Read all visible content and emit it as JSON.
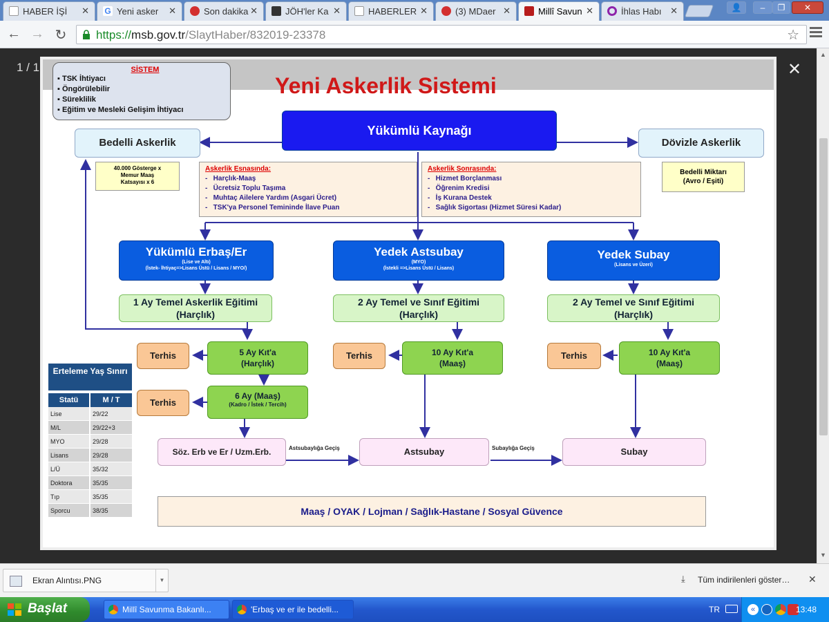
{
  "browser": {
    "tabs": [
      {
        "label": "HABER İŞİ",
        "color": "#ffffff"
      },
      {
        "label": "Yeni asker",
        "color": "#4285f4"
      },
      {
        "label": "Son dakika",
        "color": "#d32f2f"
      },
      {
        "label": "JÖH'ler Ka",
        "color": "#333333"
      },
      {
        "label": "HABERLER",
        "color": "#ffffff"
      },
      {
        "label": "(3) MDaer",
        "color": "#d32f2f"
      },
      {
        "label": "Millî Savun",
        "color": "#b71c1c"
      },
      {
        "label": "İhlas Habı",
        "color": "#8e24aa"
      }
    ],
    "window_buttons": {
      "user": "👤",
      "minimize": "‒",
      "maximize": "❐",
      "close": "✕"
    },
    "url_scheme": "https://",
    "url_host": "msb.gov.tr",
    "url_path": "/SlaytHaber/832019-23378",
    "counter": "1 / 1",
    "close_overlay": "✕"
  },
  "slide": {
    "title": "Yeni Askerlik Sistemi",
    "sistem_box": {
      "title": "SİSTEM",
      "items": [
        "TSK İhtiyacı",
        "Öngörülebilir",
        "Süreklilik",
        "Eğitim ve Mesleki Gelişim İhtiyacı"
      ]
    },
    "yukumlu_kaynagi": "Yükümlü Kaynağı",
    "bedelli": "Bedelli Askerlik",
    "bedelli_note": [
      "40.000 Gösterge x",
      "Memur Maaş",
      "Katsayısı x 6"
    ],
    "dovizle": "Dövizle Askerlik",
    "dovizle_note": [
      "Bedelli  Miktarı",
      "(Avro / Eşiti)"
    ],
    "esnasinda": {
      "title": "Askerlik Esnasında:",
      "items": [
        "Harçlık-Maaş",
        "Ücretsiz Toplu Taşıma",
        "Muhtaç Ailelere Yardım (Asgari Ücret)",
        "TSK'ya Personel Temininde İlave Puan"
      ]
    },
    "sonrasinda": {
      "title": "Askerlik Sonrasında:",
      "items": [
        "Hizmet Borçlanması",
        "Öğrenim Kredisi",
        "İş Kurana Destek",
        "Sağlık Sigortası (Hizmet Süresi Kadar)"
      ]
    },
    "col1": {
      "title": "Yükümlü Erbaş/Er",
      "sub1": "(Lise ve Altı)",
      "sub2": "(İstek- İhtiyaç=>Lisans Üstü / Lisans / MYO/)",
      "training": "1 Ay Temel Askerlik Eğitimi",
      "training2": "(Harçlık)",
      "terhis1": "Terhis",
      "kita": "5 Ay Kıt'a",
      "kita2": "(Harçlık)",
      "terhis2": "Terhis",
      "kadro": "6 Ay (Maaş)",
      "kadro2": "(Kadro / İstek / Tercih)",
      "end": "Söz. Erb ve Er / Uzm.Erb."
    },
    "col2": {
      "title": "Yedek Astsubay",
      "sub1": "(MYO)",
      "sub2": "(İstekli =>Lisans  Üstü / Lisans)",
      "training": "2 Ay Temel ve Sınıf Eğitimi",
      "training2": "(Harçlık)",
      "terhis": "Terhis",
      "kita": "10 Ay Kıt'a",
      "kita2": "(Maaş)",
      "end": "Astsubay"
    },
    "col3": {
      "title": "Yedek Subay",
      "sub1": "(Lisans ve Üzeri)",
      "training": "2 Ay Temel ve Sınıf Eğitimi",
      "training2": "(Harçlık)",
      "terhis": "Terhis",
      "kita": "10 Ay Kıt'a",
      "kita2": "(Maaş)",
      "end": "Subay"
    },
    "gecis1": "Astsubaylığa Geçiş",
    "gecis2": "Subaylığa Geçiş",
    "bottom_bar": "Maaş  /  OYAK  /  Lojman  /  Sağlık-Hastane  /  Sosyal Güvence",
    "erteleme": {
      "title": "Erteleme Yaş Sınırı",
      "col_a": "Statü",
      "col_b": "M / T",
      "rows": [
        [
          "Lise",
          "29/22"
        ],
        [
          "M/L",
          "29/22+3"
        ],
        [
          "MYO",
          "29/28"
        ],
        [
          "Lisans",
          "29/28"
        ],
        [
          "L/Ü",
          "35/32"
        ],
        [
          "Doktora",
          "35/35"
        ],
        [
          "Tıp",
          "35/35"
        ],
        [
          "Sporcu",
          "38/35"
        ]
      ]
    }
  },
  "downloads": {
    "file": "Ekran Alıntısı.PNG",
    "show_all": "Tüm indirilenleri göster…",
    "close": "✕"
  },
  "taskbar": {
    "start": "Başlat",
    "tasks": [
      "Millî Savunma Bakanlı...",
      "'Erbaş ve er ile bedelli..."
    ],
    "lang": "TR",
    "clock": "13:48"
  }
}
